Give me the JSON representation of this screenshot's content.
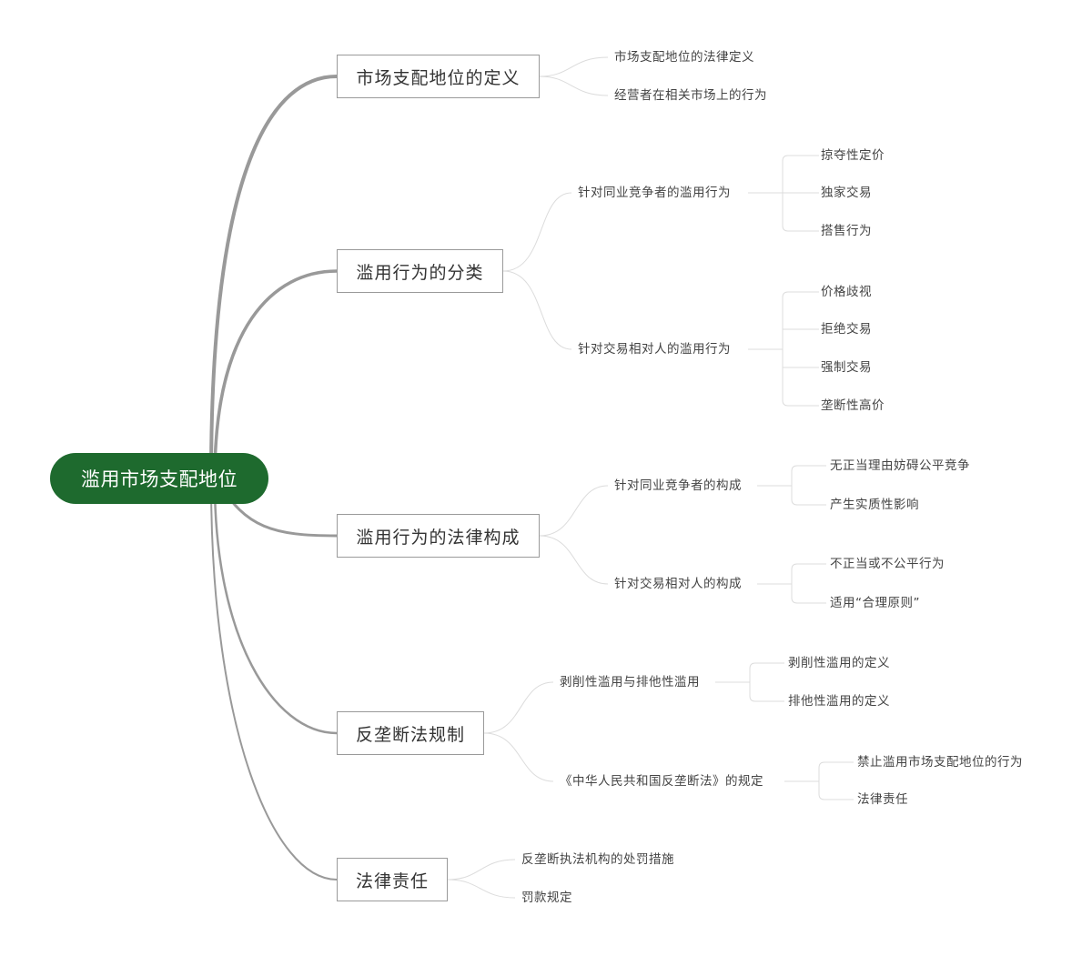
{
  "root": {
    "label": "滥用市场支配地位"
  },
  "branches": [
    {
      "label": "市场支配地位的定义",
      "children": [
        {
          "label": "市场支配地位的法律定义"
        },
        {
          "label": "经营者在相关市场上的行为"
        }
      ]
    },
    {
      "label": "滥用行为的分类",
      "children": [
        {
          "label": "针对同业竞争者的滥用行为",
          "children": [
            {
              "label": "掠夺性定价"
            },
            {
              "label": "独家交易"
            },
            {
              "label": "搭售行为"
            }
          ]
        },
        {
          "label": "针对交易相对人的滥用行为",
          "children": [
            {
              "label": "价格歧视"
            },
            {
              "label": "拒绝交易"
            },
            {
              "label": "强制交易"
            },
            {
              "label": "垄断性高价"
            }
          ]
        }
      ]
    },
    {
      "label": "滥用行为的法律构成",
      "children": [
        {
          "label": "针对同业竞争者的构成",
          "children": [
            {
              "label": "无正当理由妨碍公平竞争"
            },
            {
              "label": "产生实质性影响"
            }
          ]
        },
        {
          "label": "针对交易相对人的构成",
          "children": [
            {
              "label": "不正当或不公平行为"
            },
            {
              "label": "适用“合理原则”"
            }
          ]
        }
      ]
    },
    {
      "label": "反垄断法规制",
      "children": [
        {
          "label": "剥削性滥用与排他性滥用",
          "children": [
            {
              "label": "剥削性滥用的定义"
            },
            {
              "label": "排他性滥用的定义"
            }
          ]
        },
        {
          "label": "《中华人民共和国反垄断法》的规定",
          "children": [
            {
              "label": "禁止滥用市场支配地位的行为"
            },
            {
              "label": "法律责任"
            }
          ]
        }
      ]
    },
    {
      "label": "法律责任",
      "children": [
        {
          "label": "反垄断执法机构的处罚措施"
        },
        {
          "label": "罚款规定"
        }
      ]
    }
  ],
  "colors": {
    "root_fill": "#1e6a2e",
    "main_connector": "#999999",
    "thin_connector": "#dcdcdc"
  }
}
